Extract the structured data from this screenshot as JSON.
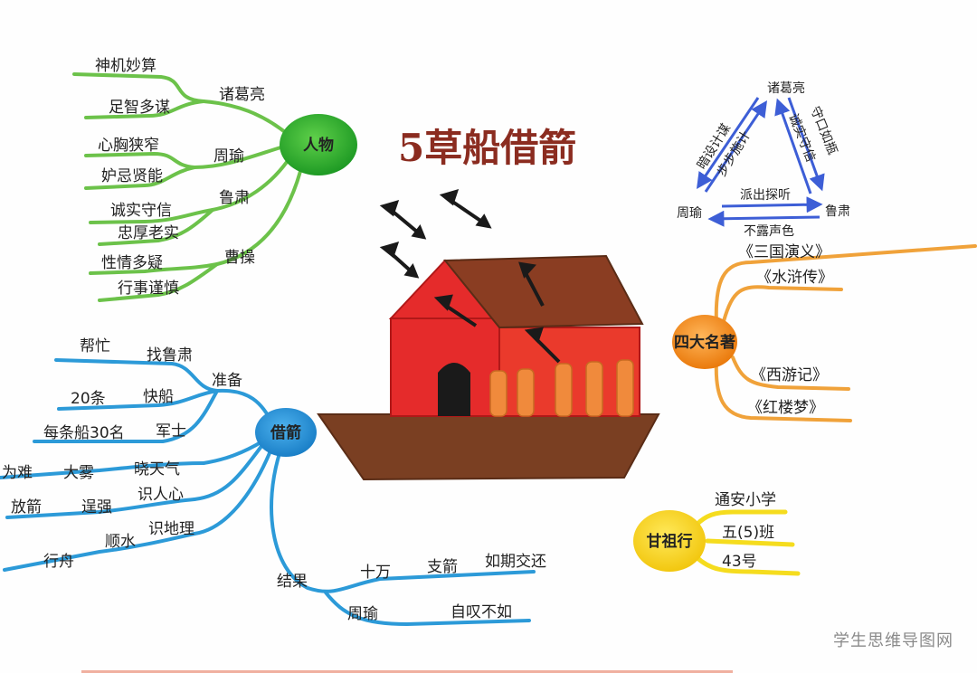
{
  "title": "5草船借箭",
  "watermark": "学生思维导图网",
  "colors": {
    "green": "#6cc24a",
    "greenHub": "#2fae2f",
    "blue": "#2c9ad8",
    "blueHub": "#2b8fd6",
    "orange": "#f0a23a",
    "orangeHub": "#f28a18",
    "yellow": "#f5dc1e",
    "yellowHub": "#f7d31a",
    "triangle": "#3d5ed6",
    "title": "#8b2c20"
  },
  "characters": {
    "hub": "人物",
    "people": [
      {
        "name": "诸葛亮",
        "traits": [
          "神机妙算",
          "足智多谋"
        ]
      },
      {
        "name": "周瑜",
        "traits": [
          "心胸狭窄",
          "妒忌贤能"
        ]
      },
      {
        "name": "鲁肃",
        "traits": [
          "诚实守信",
          "忠厚老实"
        ]
      },
      {
        "name": "曹操",
        "traits": [
          "性情多疑",
          "行事谨慎"
        ]
      }
    ]
  },
  "borrowing": {
    "hub": "借箭",
    "prepare": {
      "label": "准备",
      "items": [
        {
          "label": "找鲁肃",
          "detail": "帮忙"
        },
        {
          "label": "快船",
          "detail": "20条"
        },
        {
          "label": "军士",
          "detail": "每条船30名"
        }
      ]
    },
    "conditions": {
      "top": "晓天气",
      "topFactors": [
        "大雾",
        "为难"
      ],
      "mid": "识人心",
      "midFactors": [
        "逞强",
        "放箭"
      ],
      "bottom": "识地理",
      "bottomFactors": [
        "顺水",
        "行舟"
      ]
    },
    "result": {
      "label": "结果",
      "line1": [
        "十万",
        "支箭",
        "如期交还"
      ],
      "line2": [
        "周瑜",
        "自叹不如"
      ]
    }
  },
  "triangle": {
    "nodes": [
      "诸葛亮",
      "周瑜",
      "鲁肃"
    ],
    "edges": [
      "暗设计谋",
      "步步施计",
      "诚实守信",
      "守口如瓶",
      "派出探听",
      "不露声色"
    ]
  },
  "classics": {
    "hub": "四大名著",
    "books": [
      "《三国演义》",
      "《水浒传》",
      "《西游记》",
      "《红楼梦》"
    ]
  },
  "author": {
    "name": "甘祖行",
    "details": [
      "通安小学",
      "五(5)班",
      "43号"
    ]
  }
}
